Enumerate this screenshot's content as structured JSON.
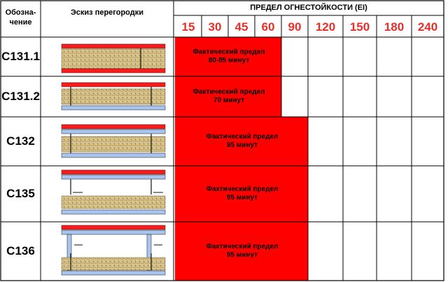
{
  "header": {
    "designation": "Обозна-\nчение",
    "sketch": "Эскиз перегородки",
    "limit": "ПРЕДЕЛ ОГНЕСТОЙКОСТИ (EI)",
    "periods": [
      "15",
      "30",
      "45",
      "60",
      "90",
      "120",
      "150",
      "180",
      "240"
    ]
  },
  "rows": [
    {
      "code": "С131.1",
      "fact": "Фактический предел\n80-85 минут",
      "filled_through": "60",
      "sketch": "single-frame-boards-both-sides"
    },
    {
      "code": "С131.2",
      "fact": "Фактический предел\n70 минут",
      "filled_through": "60",
      "sketch": "single-frame-boards-both-sides"
    },
    {
      "code": "С132",
      "fact": "Фактический предел\n95 минут",
      "filled_through": "90",
      "sketch": "single-frame-double-boards"
    },
    {
      "code": "С135",
      "fact": "Фактический предел\n95 минут",
      "filled_through": "90",
      "sketch": "double-frame-separated"
    },
    {
      "code": "С136",
      "fact": "Фактический предел\n95 минут",
      "filled_through": "90",
      "sketch": "double-frame-wide-gap"
    }
  ],
  "colors": {
    "fill": "#ff0000",
    "period_text": "#e8302a",
    "board_red": "#ff1a1a",
    "board_blue": "#a9c4ee",
    "insulation": "#d9c58c",
    "grid": "#000000"
  }
}
